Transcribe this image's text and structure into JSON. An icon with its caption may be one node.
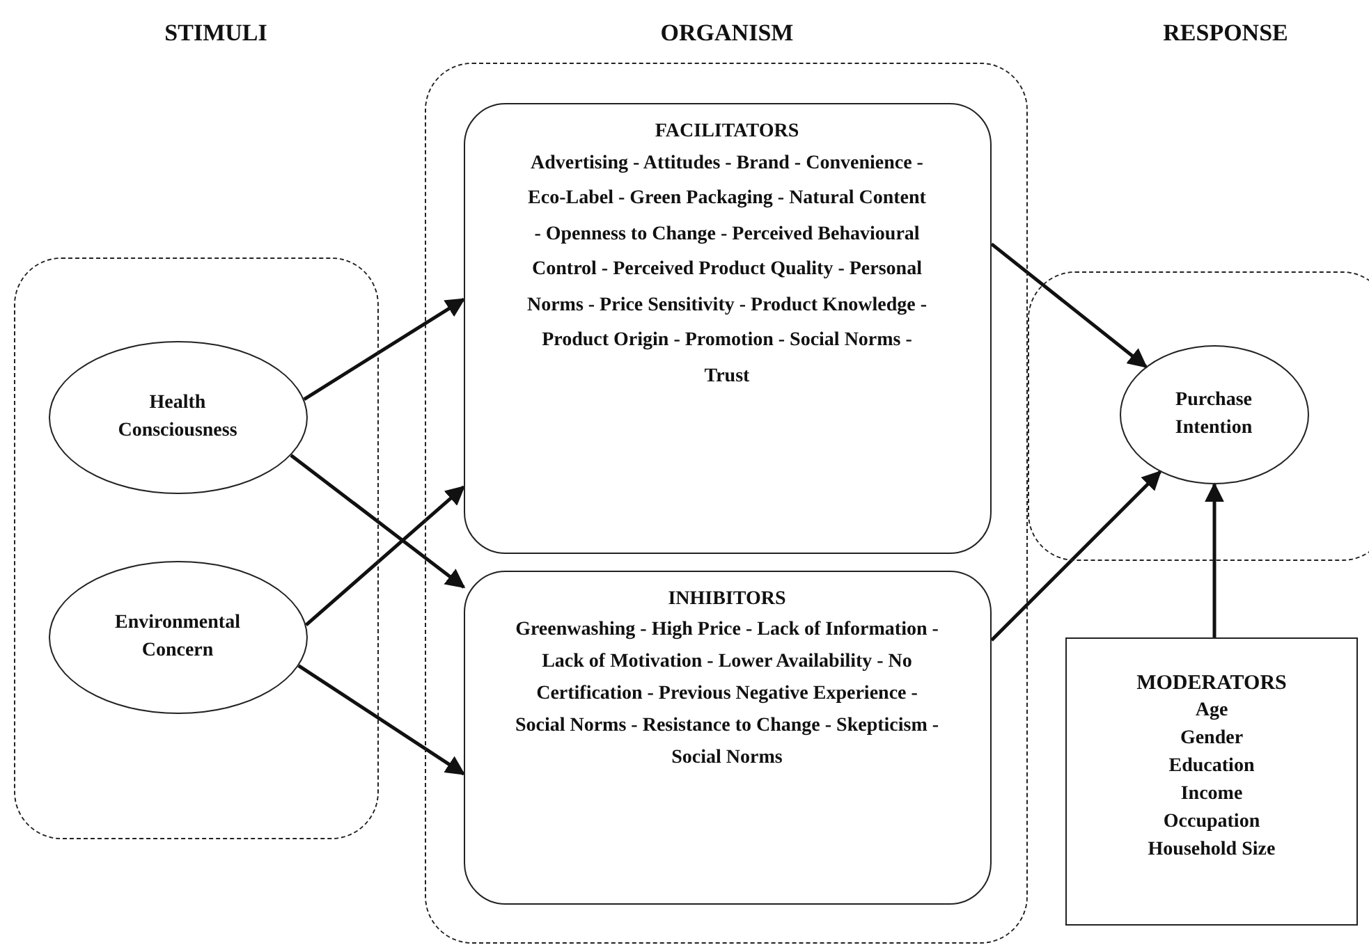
{
  "diagram": {
    "nodes": [
      {
        "text": [],
        "shape": "box"
      },
      {
        "text": [
          "Health Consciousness"
        ],
        "in": 0
      },
      {
        "text": [
          "Environmental Concern"
        ],
        "in": 0
      },
      {
        "text": [],
        "shape": "box"
      },
      {
        "text": [
          "FACILITATORS",
          "Advertising - Attitudes - Brand - Convenience - Eco-Label - Green Packaging - Natural Content - Openness to Change - Perceived Behavioural Control - Perceived Product Quality - Personal Norms - Price Sensitivity - Product Knowledge - Product Origin - Promotion - Social Norms - Trust"
        ],
        "in": 3
      },
      {
        "text": [
          "INHIBITORS",
          "Greenwashing - High Price - Lack of Information - Lack of Motivation - Lower Availability - No Certification - Previous Negative Experience - Social Norms - Resistance to Change - Skepticism - Social Norms"
        ],
        "in": 3
      },
      {
        "text": [],
        "shape": "box"
      },
      {
        "text": [
          "Purchase Intention"
        ],
        "in": 6
      },
      {
        "text": [
          "MODERATORS",
          "Age",
          "Gender",
          "Education",
          "Income",
          "Occupation",
          "Household Size"
        ]
      }
    ],
    "edges": [
      {
        "from": 1,
        "to": 4,
        "arrow": "to"
      },
      {
        "from": 1,
        "to": 5,
        "arrow": "to"
      },
      {
        "from": 2,
        "to": 4,
        "arrow": "to"
      },
      {
        "from": 2,
        "to": 5,
        "arrow": "to"
      },
      {
        "from": 4,
        "to": 7,
        "arrow": "to"
      },
      {
        "from": 5,
        "to": 7,
        "arrow": "to"
      },
      {
        "from": 8,
        "to": 7,
        "arrow": "to"
      }
    ],
    "labels": [
      "STIMULI",
      "ORGANISM",
      "RESPONSE"
    ]
  }
}
